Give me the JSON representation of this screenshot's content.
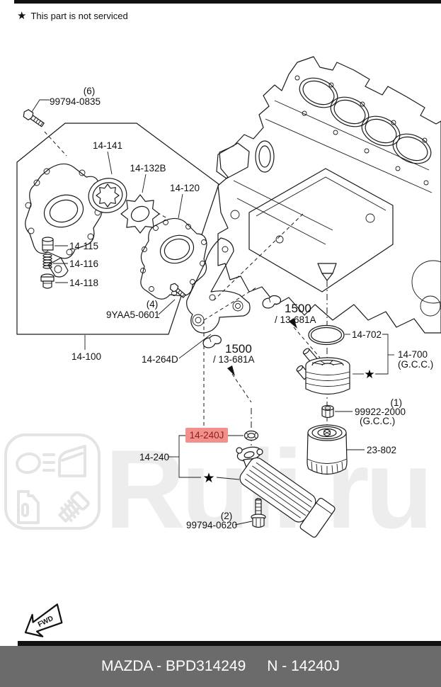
{
  "note": {
    "symbol": "★",
    "text": "This part is not serviced"
  },
  "symbols": {
    "star": "★"
  },
  "labels": {
    "bolt6_qty": "(6)",
    "bolt6": "99794-0835",
    "rotor": "14-141",
    "gear": "14-132B",
    "plate": "14-120",
    "plug115": "14-115",
    "spring116": "14-116",
    "plug118": "14-118",
    "bolt4_qty": "(4)",
    "bolt4": "9YAA5-0601",
    "pump_assembly": "14-100",
    "gasket": "14-264D",
    "clip_num": "1500",
    "clip_sub": "/ 13-681A",
    "oring": "14-702",
    "cooler": "14-700",
    "gcc": "(G.C.C.)",
    "nut_qty": "(1)",
    "nut": "99922-2000",
    "filter": "23-802",
    "washer_selected": "14-240J",
    "strainer_assembly": "14-240",
    "bolt2_qty": "(2)",
    "bolt2": "99794-0620",
    "fwd": "FWD"
  },
  "footer": {
    "left": "MAZDA - BPD314249",
    "right": "N - 14240J"
  },
  "watermark": {
    "text": "Ruli.ru"
  },
  "colors": {
    "highlight_bg": "#f2908e",
    "highlight_text": "#8f1d1d",
    "footer_bg": "#6b6b6b",
    "line": "#1a1a1a",
    "watermark": "#ededed"
  }
}
